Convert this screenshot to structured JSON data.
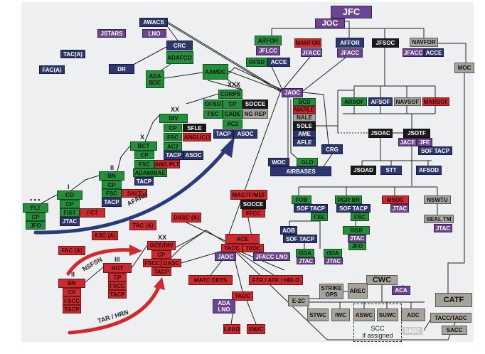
{
  "boxes": {
    "awacs": "AWACS",
    "jstars": "JSTARS",
    "lno_awacs": "LNO",
    "crc": "CRC",
    "adafco": "ADAFCO",
    "taca_top": "TAC(A)",
    "faca_top": "FAC(A)",
    "dr": "DR",
    "ada_bde": "ADA\nBDE",
    "aamdc": "AAMDC",
    "corps": "CORPS",
    "corps_ofso": "OFSO",
    "corps_cp": "CP",
    "corps_socce": "SOCCE",
    "corps_fsc": "FSC",
    "corps_cade": "CADE",
    "corps_ngrep": "NG REP",
    "corps_ac2": "AC2",
    "corps_tacp": "TACP",
    "corps_asoc": "ASOC",
    "div": "DIV",
    "div_cp": "CP",
    "div_sfle": "SFLE",
    "div_fsc": "FSC",
    "div_anglico": "ANGLICO",
    "div_ac2": "AC2",
    "div_tacp": "TACP",
    "div_asoc": "ASOC",
    "bct": "BCT",
    "bct_cp": "CP",
    "bct_fsc": "FSC",
    "bct_angplt": "ANG PLT",
    "bct_adam": "ADAM/BAE",
    "bct_tacp": "TACP",
    "bn": "BN",
    "bn_cp": "CP",
    "bn_fsc": "FSC",
    "bn_salt": "SALT",
    "bn_tacp": "TACP",
    "co": "CO",
    "co_cp": "CP",
    "co_fist": "FIST",
    "co_fct": "FCT",
    "co_jtac": "JTAC",
    "plt": "PLT",
    "plt_cp": "CP",
    "plt_jfo": "JFO",
    "taca_m": "TAC (A)",
    "dasca": "DASC (A)",
    "asca": "ASC (A)",
    "faca_m": "FAC (A)",
    "gce": "GCE/DIV",
    "gce_cp": "CP",
    "gce_fscc": "FSCC",
    "gce_dasc": "DASC",
    "gce_tacp": "TACP",
    "rgt": "RGT",
    "rgt_cp": "CP",
    "rgt_fscc": "FSCC",
    "rgt_tacp": "TACP",
    "mbn": "BN",
    "mbn_cp": "CP",
    "mbn_fscc": "FSCC",
    "mbn_tacp": "TACP",
    "magtf": "MAGTF/MEF",
    "magtf_socce": "SOCCE",
    "magtf_ffcc": "FFCC",
    "ace": "ACE",
    "ace_tacc": "TACC",
    "ace_tadc": "TADC",
    "ace_jaoc": "JAOC",
    "ace_jfacclno": "JFACC LNO",
    "matc": "MATC DETS",
    "ftr": "FTR / ATK / HELO",
    "taoc": "TAOC",
    "ada_lno": "ADA\nLNO",
    "laad": "LAAD",
    "ewc": "EW/C",
    "jfc": "JFC",
    "joc": "JOC",
    "arfor": "ARFOR",
    "jflcc": "JFLCC",
    "ofsd": "OFSD",
    "accearfor": "ACCE",
    "marfor": "MARFOR",
    "jfacc_mar": "JFACC",
    "affor": "AFFOR",
    "jfacc_af": "JFACC",
    "jfsoc": "JFSOC",
    "navfor": "NAVFOR",
    "jfacc_nav": "JFACC",
    "acce_nav": "ACCE",
    "moc": "MOC",
    "catf": "CATF",
    "jaoc": "JAOC",
    "bcd": "BCD",
    "marle": "MARLE",
    "nale": "NALE",
    "sole": "SOLE",
    "ame": "AME",
    "afle": "AFLE",
    "crg": "CRG",
    "woc": "WOC",
    "glo": "GLO",
    "airbases": "AIRBASES",
    "arsof": "ARSOF",
    "afsof": "AFSOF",
    "navsof": "NAVSOF",
    "marsof": "MARSOF",
    "jsoac": "JSOAC",
    "jsotf": "JSOTF",
    "jace": "JACE",
    "jfe": "JFE",
    "sof_tacp_top": "SOF TACP",
    "jsoad": "JSOAD",
    "stt": "STT",
    "afsod": "AFSOD",
    "fob": "FOB",
    "fob_softacp": "SOF TACP",
    "fob_fse": "FSE",
    "rgrbn": "RGR BN",
    "rgrbn_softacp": "SOF TACP",
    "rgrbn_fsc": "FSC",
    "msoc": "MSOC",
    "msoc_jtac": "JTAC",
    "nswtu": "NSWTU",
    "sealtm": "SEAL TM",
    "seal_jtac": "JTAC",
    "aob": "AOB",
    "aob_softacp": "SOF TACP",
    "oda1": "ODA",
    "oda1_jtac": "JTAC",
    "oda2": "ODA",
    "oda2_jtac": "JTAC",
    "rgr": "RGR",
    "rgr_jtac": "JTAC",
    "rgr_jfo": "JFO",
    "cwc": "CWC",
    "aca": "ACA",
    "strike": "STRIKE\nOPS",
    "arec": "AREC",
    "e2c": "E-2C",
    "stwc": "STWC",
    "iwc": "IWC",
    "aswc": "ASWC",
    "suwc": "SUWC",
    "adc": "ADC",
    "tacc_tadc": "TACC/TADC",
    "sadc": "SADC",
    "sacc": "SACC"
  },
  "labels": {
    "xxx": "XXX",
    "xx_div": "XX",
    "x_bct": "X",
    "ii_bn": "II",
    "i_co": "I",
    "dots_plt": "• • •",
    "xx_gce": "XX",
    "iii_rgt": "III",
    "ii_mbn": "II",
    "afarn": "AFARN",
    "nsfsn": "NSFSN",
    "tar_hrn": "TAR / HRN",
    "scc": "SCC",
    "scc_sub": "if assigned"
  },
  "colors": {
    "navy": "#2e3670",
    "purple": "#6c4494",
    "green": "#22903a",
    "red": "#cc2a2e",
    "black": "#1b1b1b",
    "grey": "#a6a39d"
  }
}
